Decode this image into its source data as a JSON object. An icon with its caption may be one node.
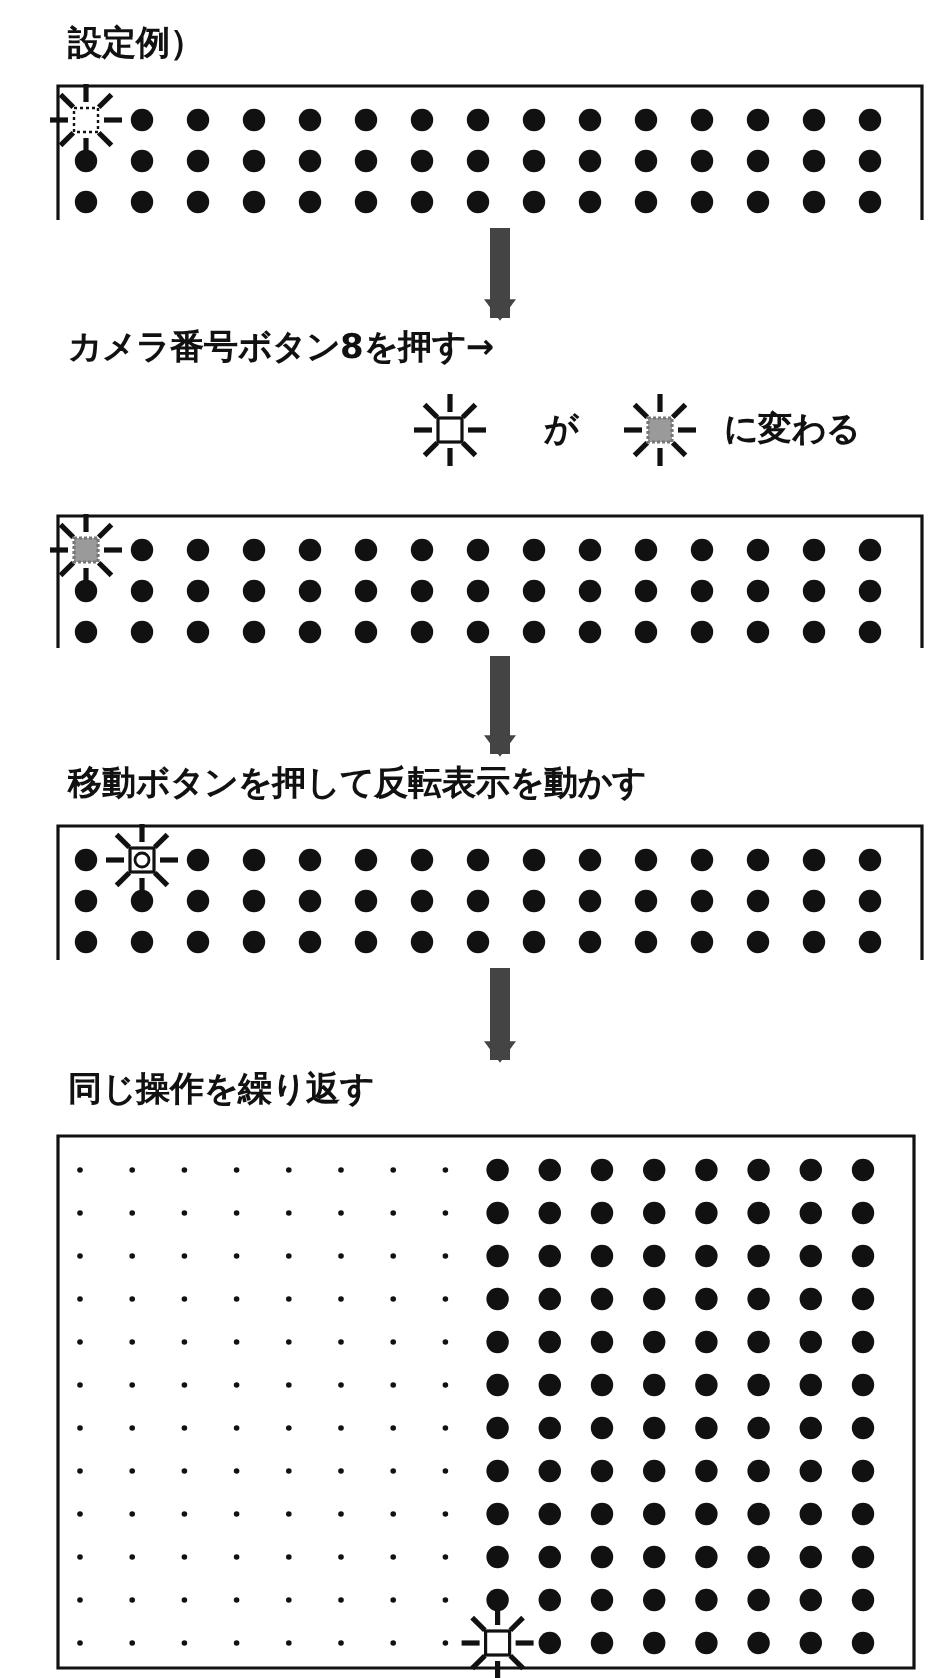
{
  "diagram": {
    "nodes": [
      {
        "text": [
          "設定例）"
        ]
      },
      {
        "text": [
          "カメラ番号ボタン8を押す→"
        ]
      },
      {
        "text": [
          "移動ボタンを押して反転表示を動かす"
        ]
      },
      {
        "text": [
          "同じ操作を繰り返す"
        ]
      }
    ],
    "edges": [
      {
        "from": 0,
        "to": 1,
        "arrow": "to"
      },
      {
        "from": 1,
        "to": 2,
        "arrow": "to"
      },
      {
        "from": 2,
        "to": 3,
        "arrow": "to"
      }
    ],
    "labels": [
      "が",
      "に変わる"
    ]
  }
}
